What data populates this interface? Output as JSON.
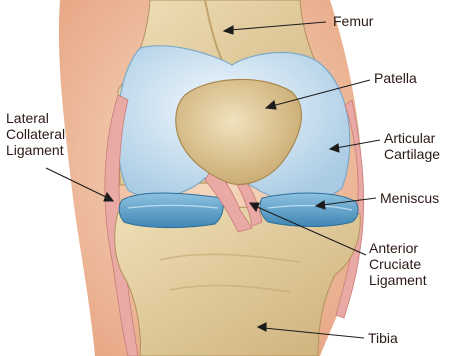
{
  "labels": {
    "femur": "Femur",
    "patella": "Patella",
    "lateral_collateral_ligament": [
      "Lateral",
      "Collateral",
      "Ligament"
    ],
    "articular_cartilage": [
      "Articular",
      "Cartilage"
    ],
    "meniscus": "Meniscus",
    "anterior_cruciate_ligament": [
      "Anterior",
      "Cruciate",
      "Ligament"
    ],
    "tibia": "Tibia"
  },
  "colors": {
    "skin": "#f2c9a8",
    "bone": "#e6d2a6",
    "bone_shadow": "#c9ad78",
    "cartilage": "#cde3f2",
    "meniscus": "#6aa8cf",
    "ligament": "#e9a9a4",
    "pointer": "#1c1c1c"
  }
}
